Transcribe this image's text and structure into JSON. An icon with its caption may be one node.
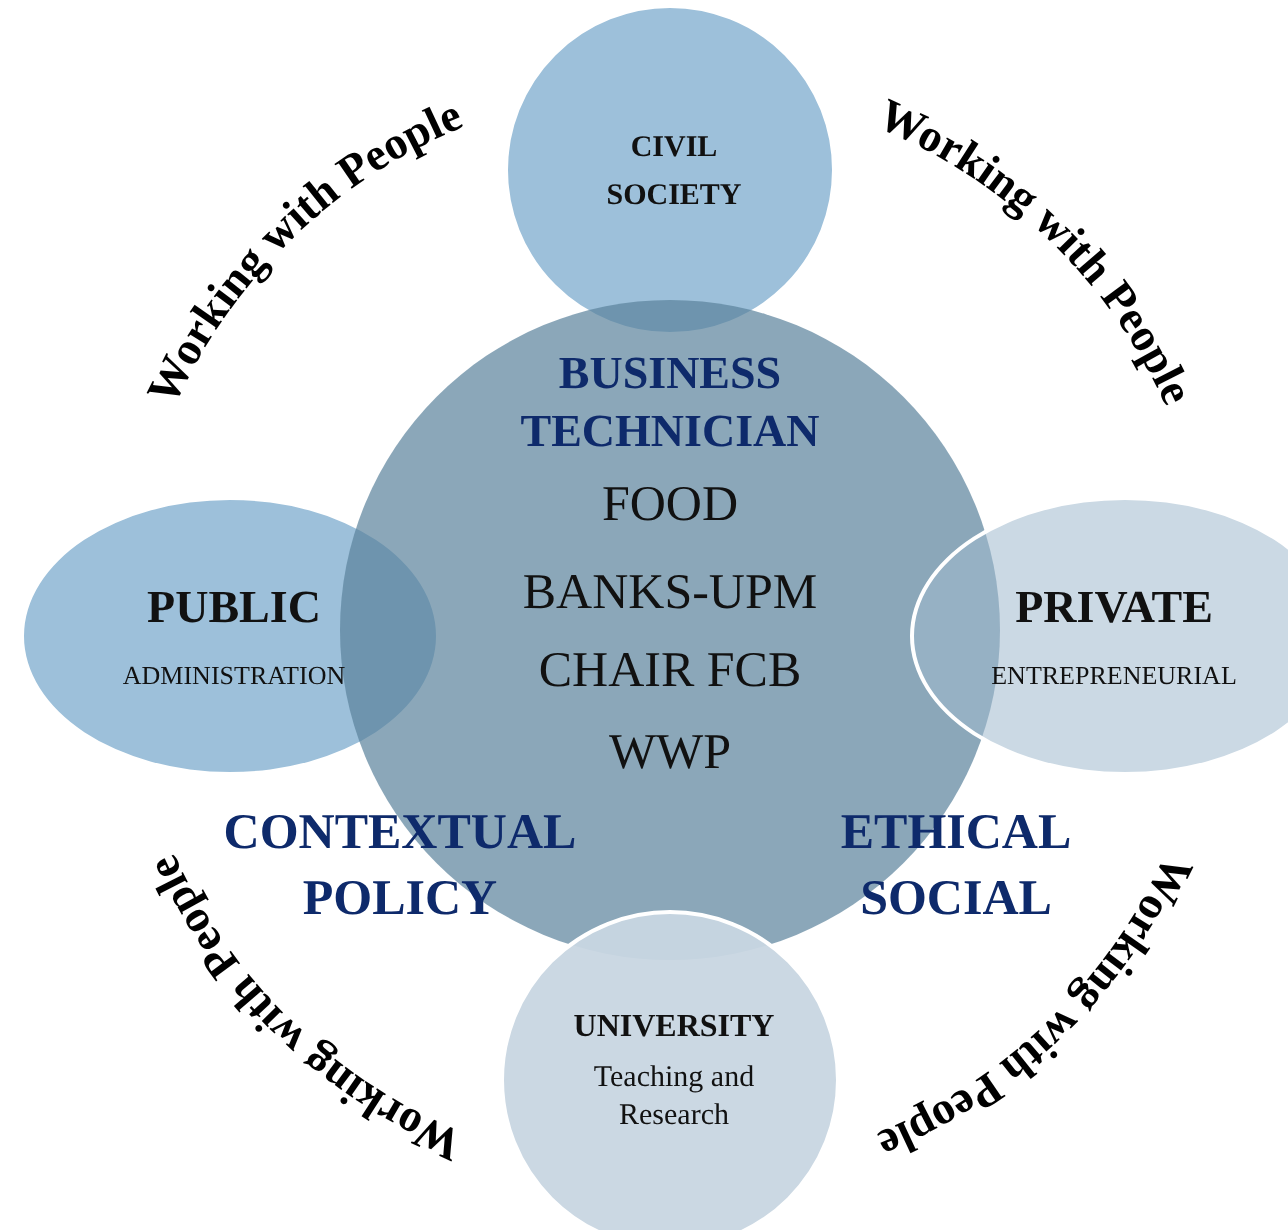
{
  "diagram": {
    "nodes": [
      {
        "text": [
          "BUSINESS TECHNICIAN",
          "FOOD",
          "BANKS-UPM",
          "CHAIR FCB",
          "WWP"
        ]
      },
      {
        "text": [
          "CIVIL SOCIETY"
        ]
      },
      {
        "text": [
          "PUBLIC",
          "ADMINISTRATION"
        ]
      },
      {
        "text": [
          "PRIVATE",
          "ENTREPRENEURIAL"
        ]
      },
      {
        "text": [
          "UNIVERSITY",
          "Teaching and Research"
        ]
      }
    ],
    "labels": [
      "Working with People",
      "Working with People",
      "CONTEXTUAL POLICY",
      "ETHICAL SOCIAL",
      "Working with People",
      "Working with People"
    ]
  }
}
